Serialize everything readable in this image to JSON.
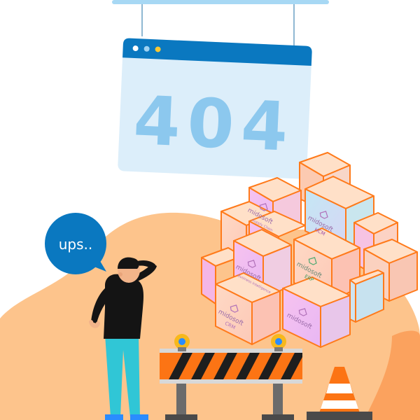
{
  "error_window": {
    "code": "404"
  },
  "speech_bubble": {
    "text": "ups.."
  },
  "boxes": {
    "brand": "midosoft",
    "modules": [
      "HCM",
      "ERP",
      "CRM",
      "Business Intelligence",
      "Supply Chain"
    ]
  },
  "colors": {
    "accent_blue": "#0a78c0",
    "window_face": "#dceefa",
    "digits": "#8cc8ee",
    "hill": "#fdc48c",
    "box_outline": "#ff7a1a",
    "barrier_orange": "#fc7414",
    "bubble": "#0a78c0"
  }
}
